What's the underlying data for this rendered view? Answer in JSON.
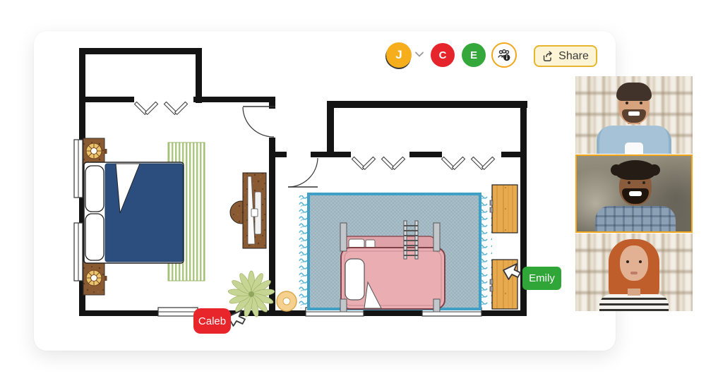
{
  "app": {
    "type": "collaborative-floor-plan-editor"
  },
  "toolbar": {
    "user_avatar": {
      "initial": "J",
      "color": "#F6AE1C"
    },
    "collaborator_avatars": [
      {
        "initial": "C",
        "color": "#E5242B"
      },
      {
        "initial": "E",
        "color": "#35A83C"
      }
    ],
    "group_info_button": {
      "icon": "group-info-icon",
      "ring_color": "#F2A71B"
    },
    "share_button": {
      "label": "Share",
      "icon": "share-icon",
      "background": "#FCF4D4",
      "border": "#E7B62E"
    }
  },
  "live_cursors": [
    {
      "name": "Caleb",
      "color": "#E8252A"
    },
    {
      "name": "Emily",
      "color": "#2FA637"
    }
  ],
  "video_call": {
    "active_border_color": "#F2A71B",
    "participants": [
      {
        "id": "participant-1",
        "description": "man-blue-shirt-bookshelf",
        "active": false
      },
      {
        "id": "participant-2",
        "description": "man-plaid-shirt",
        "active": true
      },
      {
        "id": "participant-3",
        "description": "woman-striped-shirt-bookshelf",
        "active": false
      }
    ]
  },
  "floor_plan": {
    "wall_color": "#141414",
    "rooms": [
      {
        "name": "left-bedroom",
        "furniture": [
          "nightstand-with-lamp",
          "double-bed-blue",
          "nightstand-with-lamp",
          "green-striped-rug",
          "desk-with-chair",
          "potted-plant"
        ],
        "openings": [
          "double-window-top",
          "two-windows-left-wall",
          "window-bottom",
          "door-top-right"
        ]
      },
      {
        "name": "right-bedroom",
        "furniture": [
          "bunk-bed-pink-with-ladder",
          "blue-fringed-rug",
          "wall-cabinet",
          "wall-cabinet",
          "round-pouf"
        ],
        "openings": [
          "four-windows-top",
          "two-windows-bottom",
          "door-top-left"
        ]
      }
    ]
  }
}
